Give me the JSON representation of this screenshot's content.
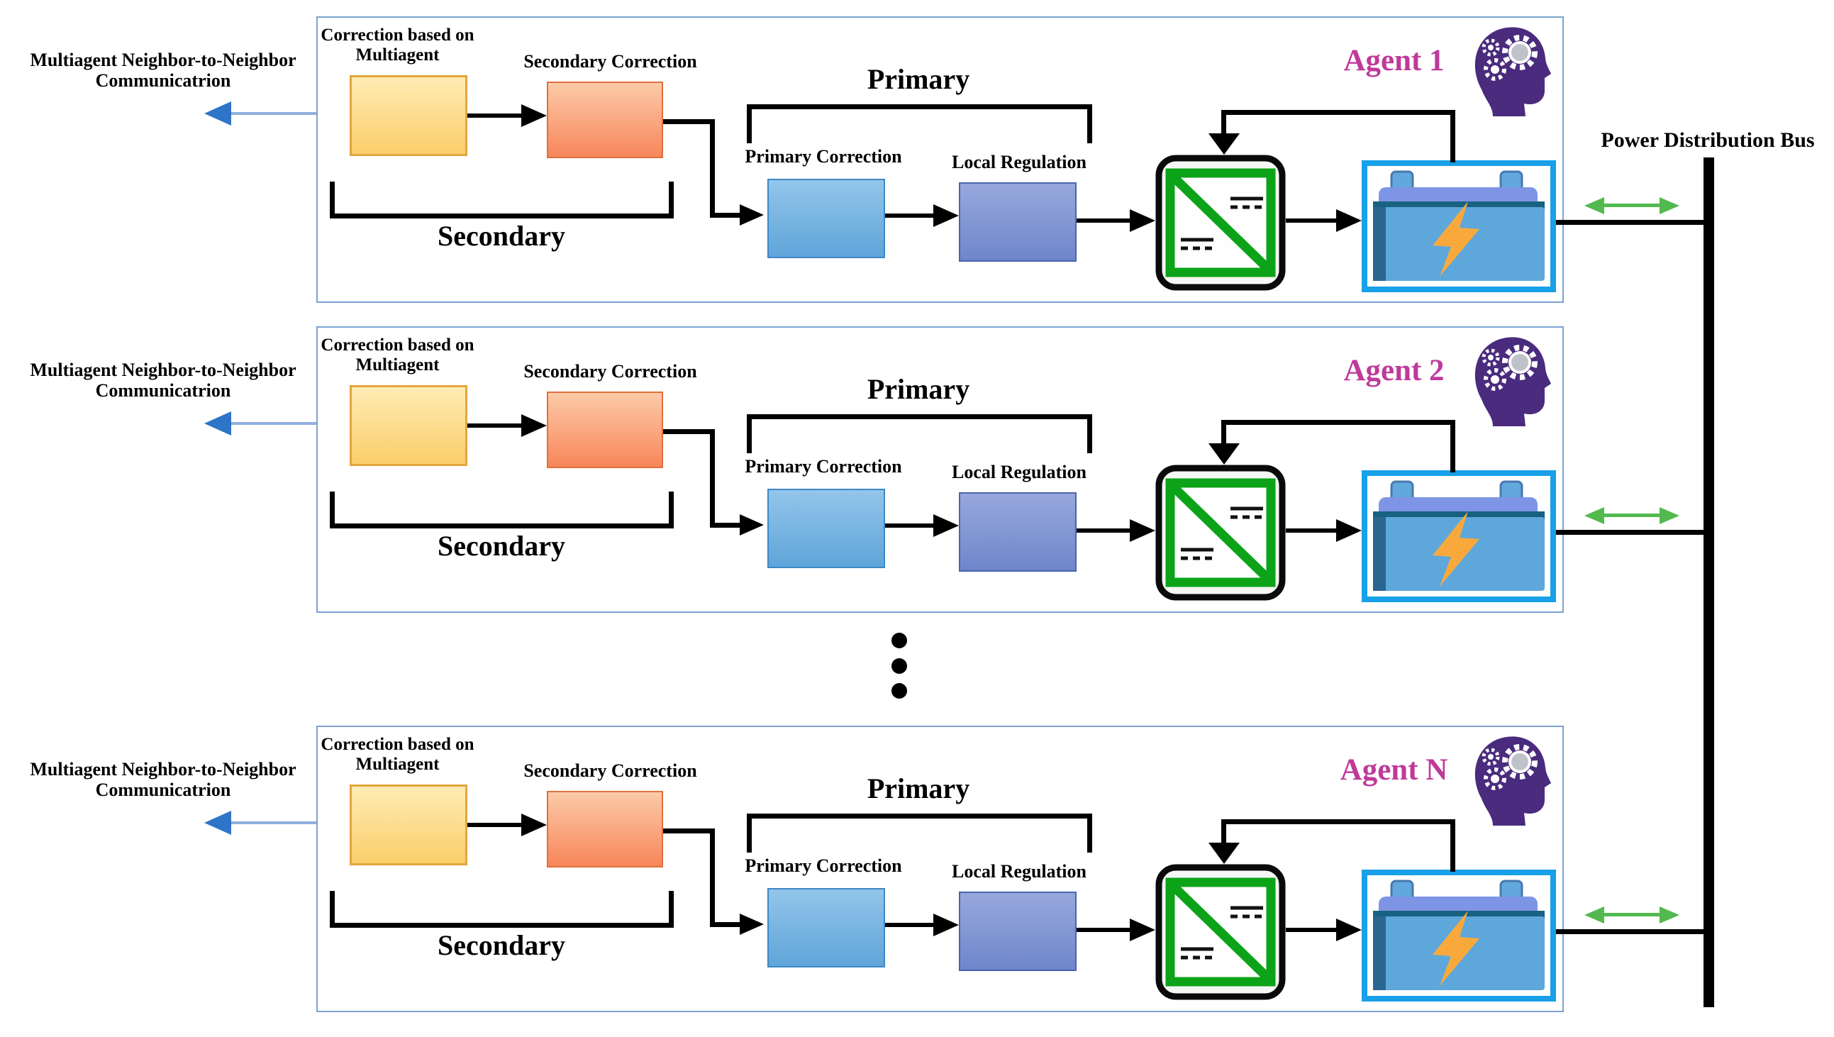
{
  "agents": [
    {
      "name": "Agent 1"
    },
    {
      "name": "Agent 2"
    },
    {
      "name": "Agent N"
    }
  ],
  "shared": {
    "comm_line1": "Multiagent Neighbor-to-Neighbor",
    "comm_line2": "Communicatrion",
    "correction_line1": "Correction based on",
    "correction_line2": "Multiagent",
    "secondary_correction": "Secondary Correction",
    "primary_bracket": "Primary",
    "secondary_bracket": "Secondary",
    "primary_correction": "Primary Correction",
    "local_regulation": "Local Regulation"
  },
  "bus": {
    "label": "Power Distribution Bus"
  },
  "colors": {
    "agent_name": "#bf3a9a",
    "agent_border": "#7ba3d0",
    "comm_arrow_blue": "#2e74c8",
    "bus_arrow_green": "#53b94e",
    "converter_green": "#0ca319",
    "battery_border_cyan": "#18a0e8",
    "battery_body_blue": "#5ea7db",
    "battery_cap_periwinkle": "#7e95e5",
    "lightning_orange": "#f9a93c",
    "brain_purple": "#4a2b7e",
    "yellow_box": "#fbce6a",
    "orange_box": "#f8865b",
    "primary_correction_box": "#5fa5da",
    "local_regulation_box": "#6e86ca",
    "line_black": "#000000"
  }
}
